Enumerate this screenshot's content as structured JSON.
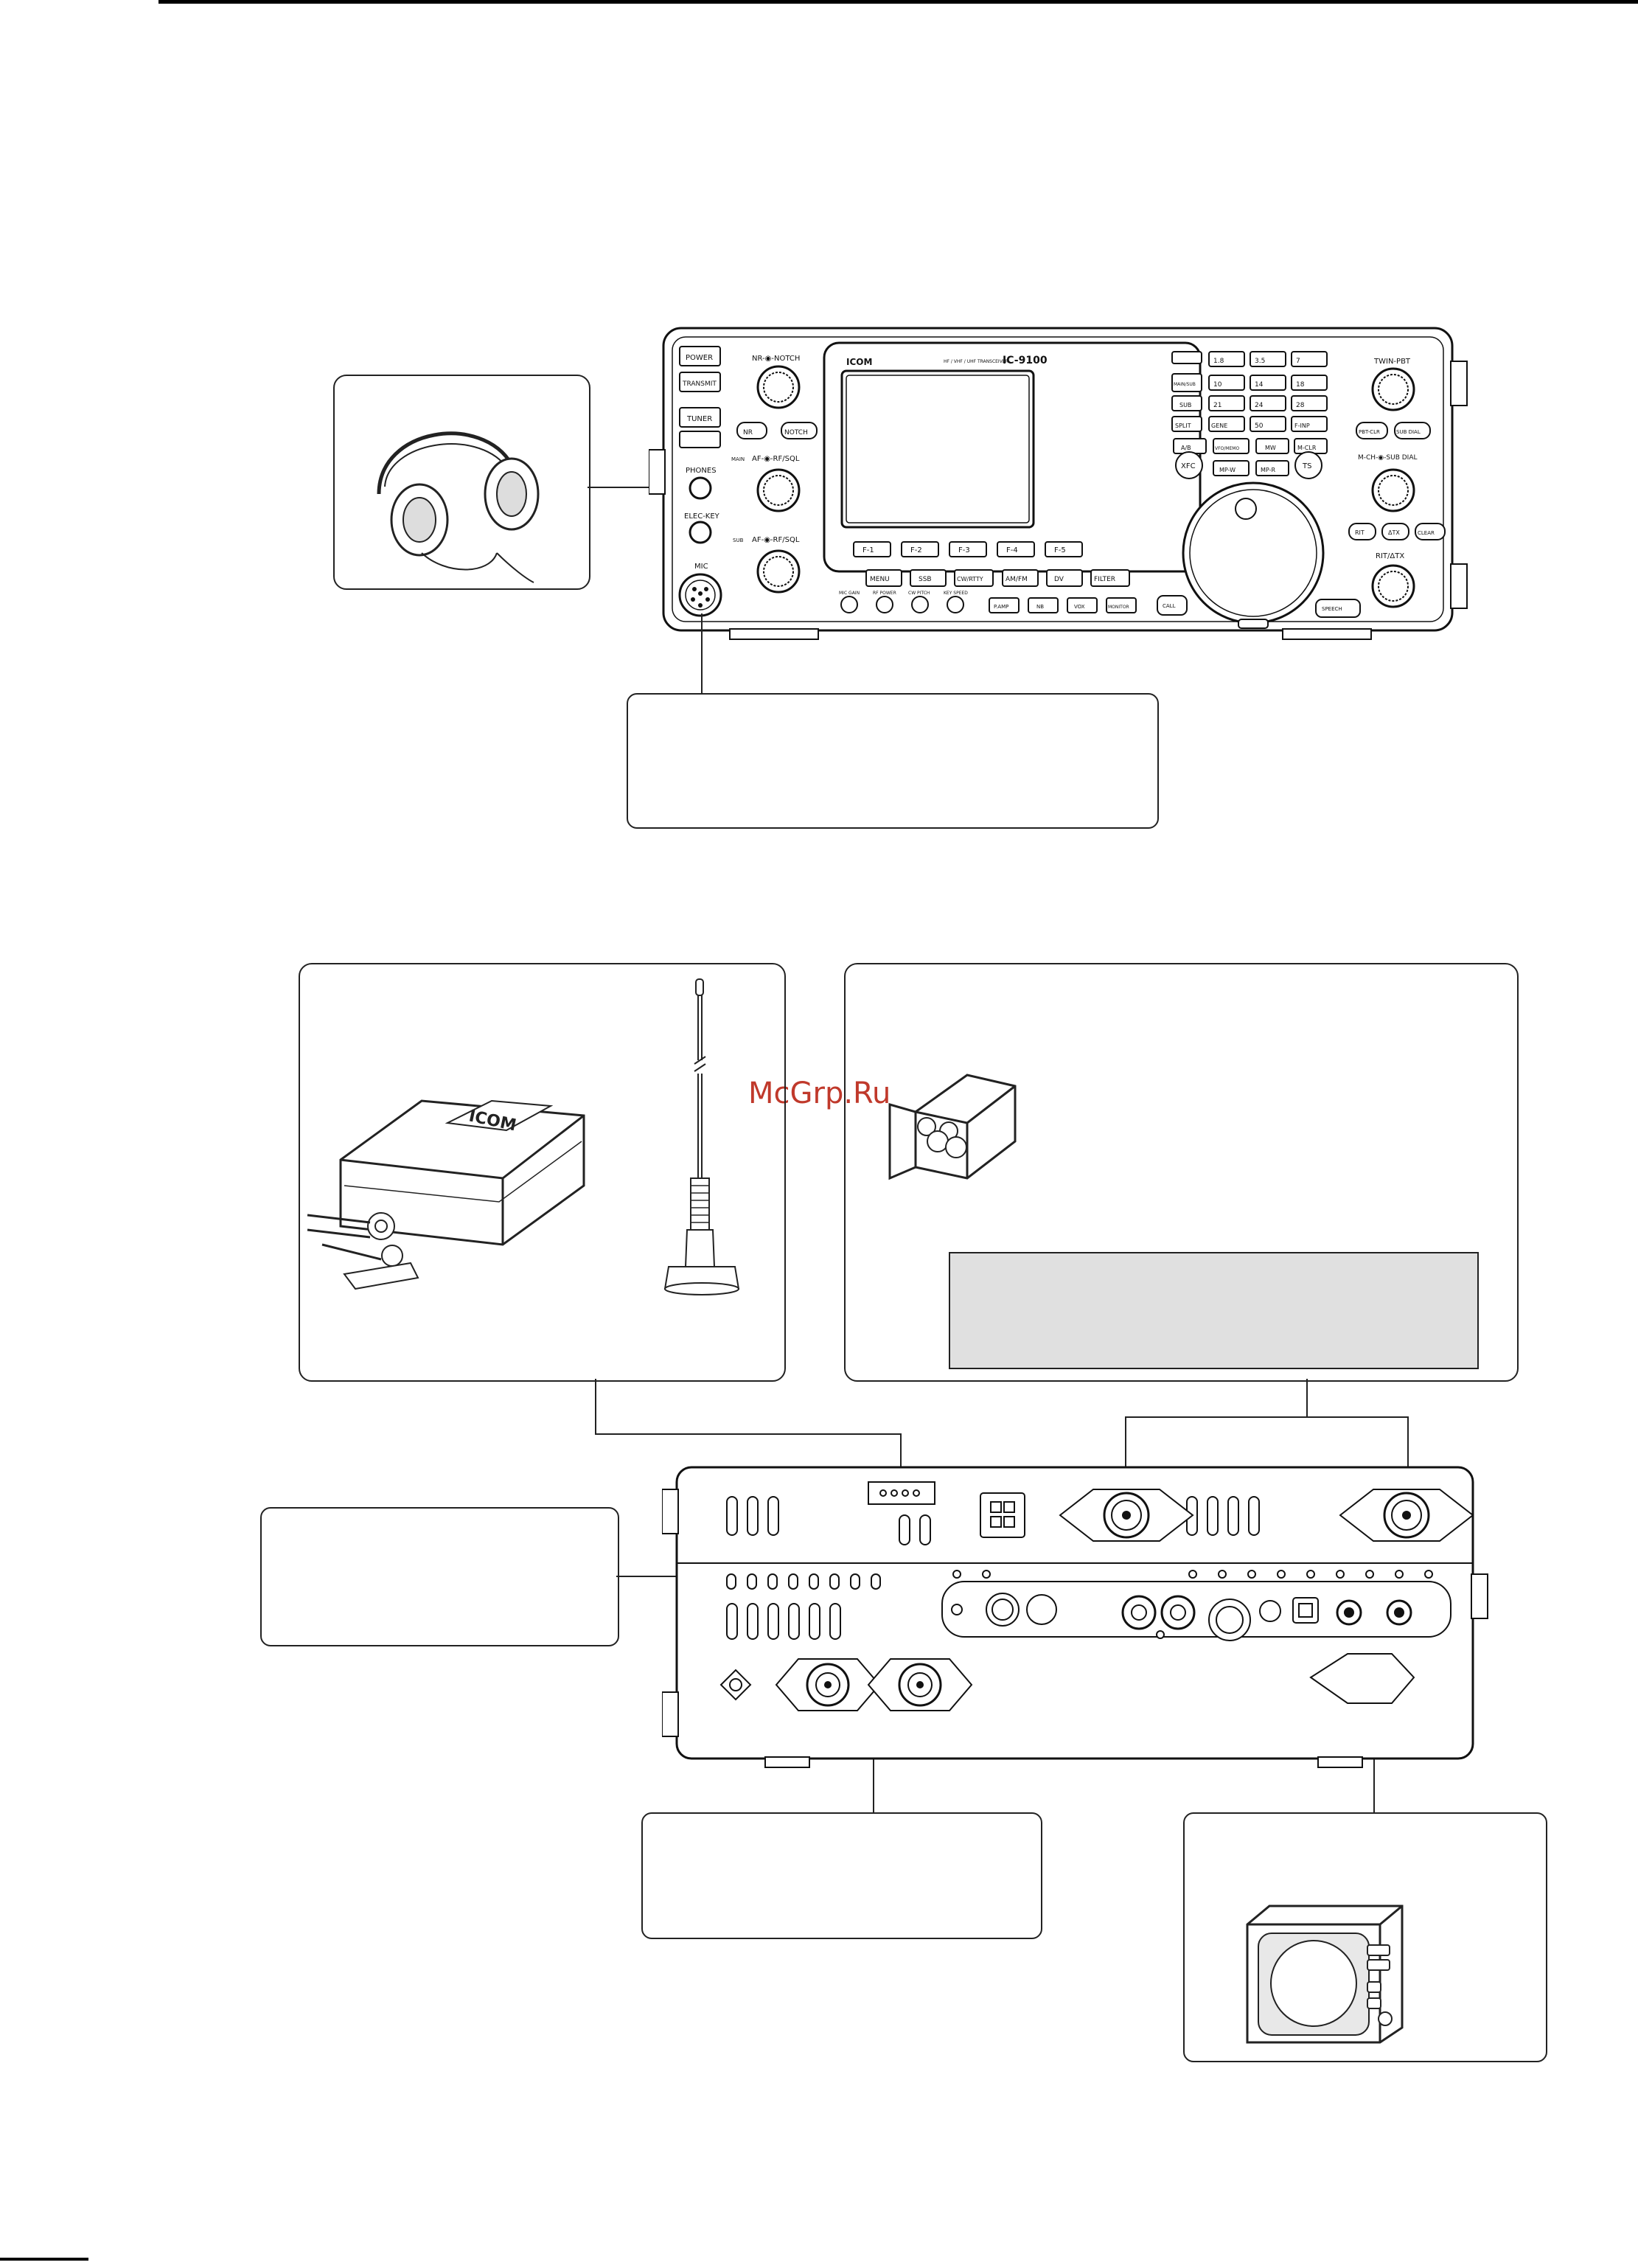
{
  "watermark": "McGrp.Ru",
  "front_panel": {
    "brand": "ICOM",
    "model_subtitle": "HF / VHF / UHF TRANSCEIVER",
    "model": "IC-9100",
    "left_buttons": [
      "POWER",
      "TRANSMIT",
      "TUNER"
    ],
    "phones_label": "PHONES",
    "elec_key_label": "ELEC-KEY",
    "mic_label": "MIC",
    "knob_labels": [
      "NR-◉-NOTCH",
      "AF-◉-RF/SQL",
      "AF-◉-RF/SQL"
    ],
    "small_buttons": [
      "NR",
      "NOTCH"
    ],
    "sub_tags": [
      "MAIN",
      "SUB"
    ],
    "function_keys": [
      "F-1",
      "F-2",
      "F-3",
      "F-4",
      "F-5"
    ],
    "mode_buttons": [
      "MENU",
      "SSB",
      "CW/RTTY",
      "AM/FM",
      "DV",
      "FILTER"
    ],
    "lower_knob_labels": [
      "MIC GAIN",
      "RF POWER",
      "CW PITCH",
      "KEY SPEED"
    ],
    "lower_buttons": [
      "P.AMP",
      "NB",
      "VOX",
      "MONITOR"
    ],
    "keypad": [
      "1.8",
      "3.5",
      "7",
      "10",
      "14",
      "18",
      "21",
      "24",
      "28",
      "GENE",
      "50",
      "F-INP"
    ],
    "keypad_side": [
      "MAIN/SUB",
      "SUB",
      "SPLIT"
    ],
    "memory_buttons": [
      "A/B",
      "VFO/MEMO",
      "MW",
      "M-CLR",
      "MP-W",
      "MP-R"
    ],
    "xfc_label": "XFC",
    "ts_label": "TS",
    "right_knob_labels": [
      "TWIN-PBT",
      "M-CH-◉-SUB DIAL",
      "RIT/ΔTX"
    ],
    "right_buttons": [
      "PBT-CLR",
      "SUB DIAL",
      "RIT",
      "ΔTX",
      "CLEAR"
    ],
    "call_label": "CALL",
    "speech_label": "SPEECH"
  }
}
